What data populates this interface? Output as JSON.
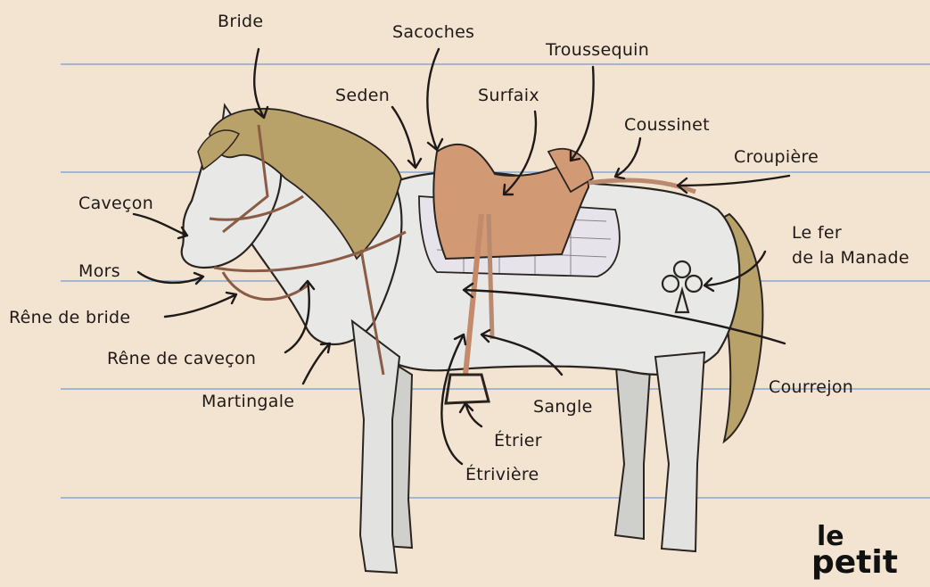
{
  "colors": {
    "background": "#f3e4d2",
    "rule_lines": "#8aa7cf",
    "horse_body": "#e8e8e6",
    "mane": "#b9a16a",
    "saddle": "#d29a74",
    "outline": "#2a2420"
  },
  "labels": {
    "bride": "Bride",
    "sacoches": "Sacoches",
    "troussequin": "Troussequin",
    "seden": "Seden",
    "surfaix": "Surfaix",
    "coussinet": "Coussinet",
    "croupiere": "Croupière",
    "cavecon": "Caveçon",
    "le_fer_line1": "Le fer",
    "le_fer_line2": "de la Manade",
    "mors": "Mors",
    "rene_de_bride": "Rêne de bride",
    "rene_de_cavecon": "Rêne de caveçon",
    "martingale": "Martingale",
    "courrejon": "Courrejon",
    "sangle": "Sangle",
    "etrier": "Étrier",
    "etriviere": "Étrivière"
  },
  "logo": {
    "line1": "le",
    "line2": "petit"
  }
}
